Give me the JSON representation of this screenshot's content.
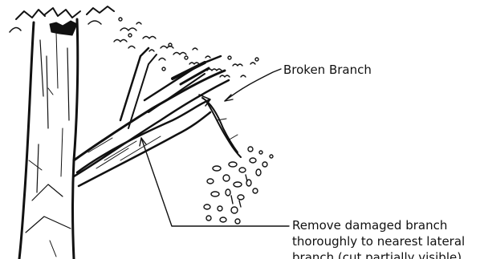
{
  "diagram": {
    "ink_color": "#111111",
    "background_color": "#ffffff",
    "labels": {
      "broken_branch": "Broken Branch",
      "remove_line_1": "Remove damaged branch",
      "remove_line_2": "thoroughly to nearest lateral",
      "remove_line_3": "branch (cut partially visible)"
    }
  }
}
